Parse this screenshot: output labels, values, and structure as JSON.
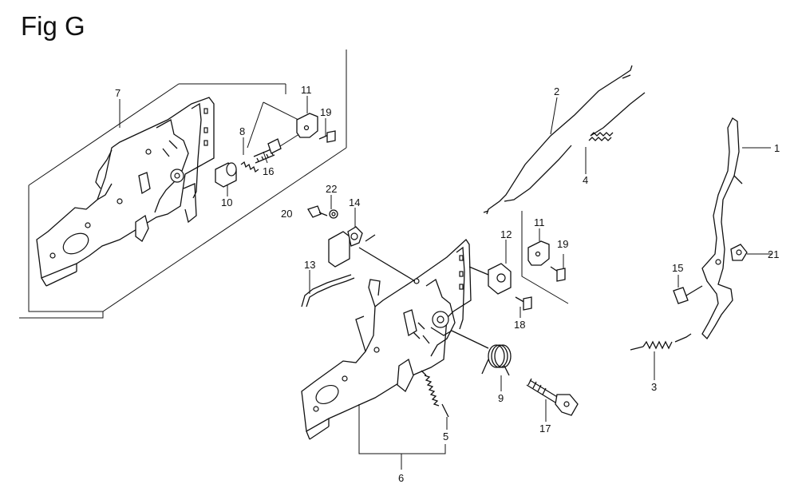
{
  "figure": {
    "title": "Fig G"
  },
  "callouts": [
    {
      "id": "c1",
      "text": "1"
    },
    {
      "id": "c2",
      "text": "2"
    },
    {
      "id": "c3",
      "text": "3"
    },
    {
      "id": "c4",
      "text": "4"
    },
    {
      "id": "c5",
      "text": "5"
    },
    {
      "id": "c6",
      "text": "6"
    },
    {
      "id": "c7",
      "text": "7"
    },
    {
      "id": "c8",
      "text": "8"
    },
    {
      "id": "c9",
      "text": "9"
    },
    {
      "id": "c10",
      "text": "10"
    },
    {
      "id": "c11a",
      "text": "11"
    },
    {
      "id": "c11b",
      "text": "11"
    },
    {
      "id": "c12",
      "text": "12"
    },
    {
      "id": "c13",
      "text": "13"
    },
    {
      "id": "c14",
      "text": "14"
    },
    {
      "id": "c15",
      "text": "15"
    },
    {
      "id": "c16",
      "text": "16"
    },
    {
      "id": "c17",
      "text": "17"
    },
    {
      "id": "c18",
      "text": "18"
    },
    {
      "id": "c19a",
      "text": "19"
    },
    {
      "id": "c19b",
      "text": "19"
    },
    {
      "id": "c20",
      "text": "20"
    },
    {
      "id": "c21",
      "text": "21"
    },
    {
      "id": "c22",
      "text": "22"
    }
  ]
}
